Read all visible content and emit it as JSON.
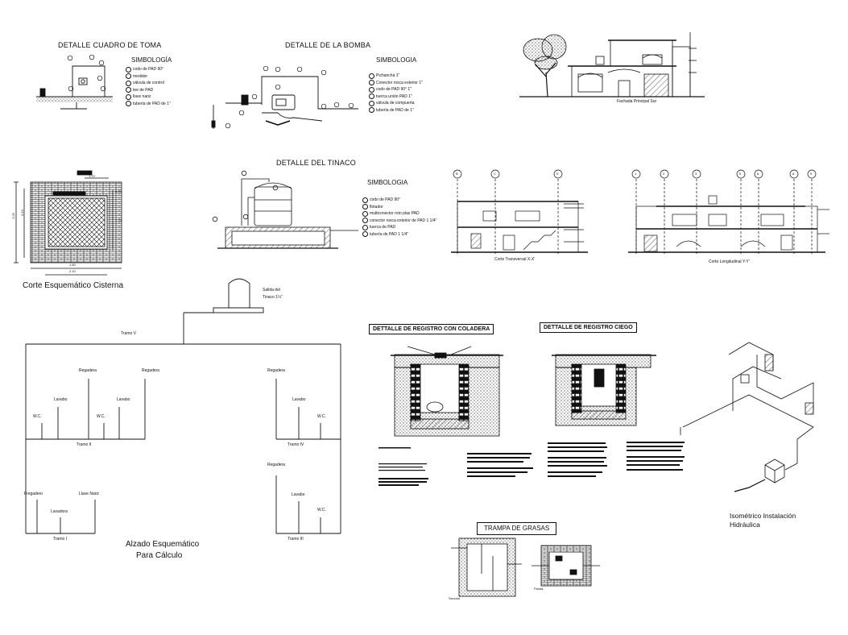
{
  "cuadro_toma": {
    "title": "DETALLE CUADRO DE TOMA",
    "simbologia": "SIMBOLOGÍA",
    "items": [
      "codo de PAD 90°",
      "medidor",
      "válvula de control",
      "tee de PAD",
      "llave nariz",
      "tubería de PAD de 1\""
    ]
  },
  "bomba": {
    "title": "DETALLE DE LA BOMBA",
    "simbologia": "SIMBOLOGIA",
    "items": [
      "Pichancha  1\"",
      "Conector rosca exterior 1\"",
      "codo de PAD 90°  1\"",
      "tuerca unión PAD  1\"",
      "válvula de compuerta",
      "tubería de PAD de 1\""
    ]
  },
  "fachada": {
    "caption": "Fachada Principal Sur"
  },
  "tinaco": {
    "title": "DETALLE DEL TINACO",
    "simbologia": "SIMBOLOGIA",
    "items": [
      "codo de PAD 90°",
      "flotador",
      "multiconector roto plas PAD",
      "conector rosca exterior de PAD 1 1/4\"",
      "tuerca de PAD",
      "tubería de PAD 1 1/4\""
    ]
  },
  "cisterna": {
    "caption": "Corte Esquemático Cisterna",
    "dims": [
      "1.70",
      "0.80",
      "1.70",
      "2.25",
      "0.10",
      "1.60",
      "2.10"
    ]
  },
  "corte_transversal": {
    "caption": "Corte Transversal X-X'",
    "axes": [
      "B",
      "C",
      "E"
    ]
  },
  "corte_longitudinal": {
    "caption": "Corte Longitudinal Y-Y'",
    "axes": [
      "1",
      "2",
      "3",
      "5",
      "6",
      "8",
      "9"
    ]
  },
  "alzado": {
    "salida": "Salida del",
    "salida2": "Tinaco 1¼\"",
    "caption1": "Alzado Esquemático",
    "caption2": "Para Cálculo",
    "tramos": [
      "Tramo V",
      "Tramo II",
      "Tramo IV",
      "Tramo I",
      "Tramo III"
    ],
    "fixtures": {
      "regadera": "Regadera",
      "lavabo": "Lavabo",
      "wc": "W.C.",
      "fregadero": "Fregadero",
      "llave": "Llave Nariz",
      "lavadora": "Lavadora"
    }
  },
  "registro_coladera": {
    "title": "DETTALLE DE REGISTRO CON COLADERA"
  },
  "registro_ciego": {
    "title": "DETTALLE DE REGISTRO CIEGO"
  },
  "isometrico": {
    "caption1": "Isométrico Instalación",
    "caption2": "Hidráulica"
  },
  "trampa": {
    "title": "TRAMPA  DE  GRASAS",
    "seccion": "Sección",
    "planta": "Planta"
  },
  "colors": {
    "ink": "#111111",
    "paper": "#ffffff"
  }
}
